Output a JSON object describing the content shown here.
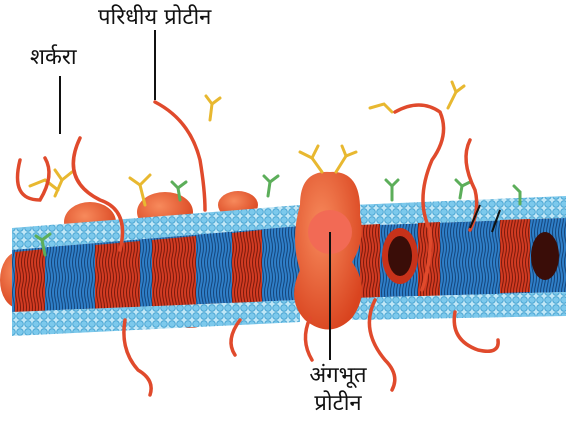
{
  "labels": {
    "sugar": "शर्करा",
    "peripheral_protein": "परिधीय प्रोटीन",
    "integral_protein_line1": "अंगभूत",
    "integral_protein_line2": "प्रोटीन"
  },
  "colors": {
    "background": "#ffffff",
    "head_blue": "#8fd3ee",
    "head_dark": "#3f9fcf",
    "tail_blue": "#2f7fc8",
    "tail_red": "#d23b22",
    "protein_orange": "#e8542a",
    "protein_light": "#f47a50",
    "fiber_red": "#e04a2c",
    "sugar_yellow": "#e8b830",
    "sugar_green": "#5cae5a",
    "leader_line": "#111111"
  },
  "icons": {
    "membrane": "lipid-bilayer-illustration"
  }
}
